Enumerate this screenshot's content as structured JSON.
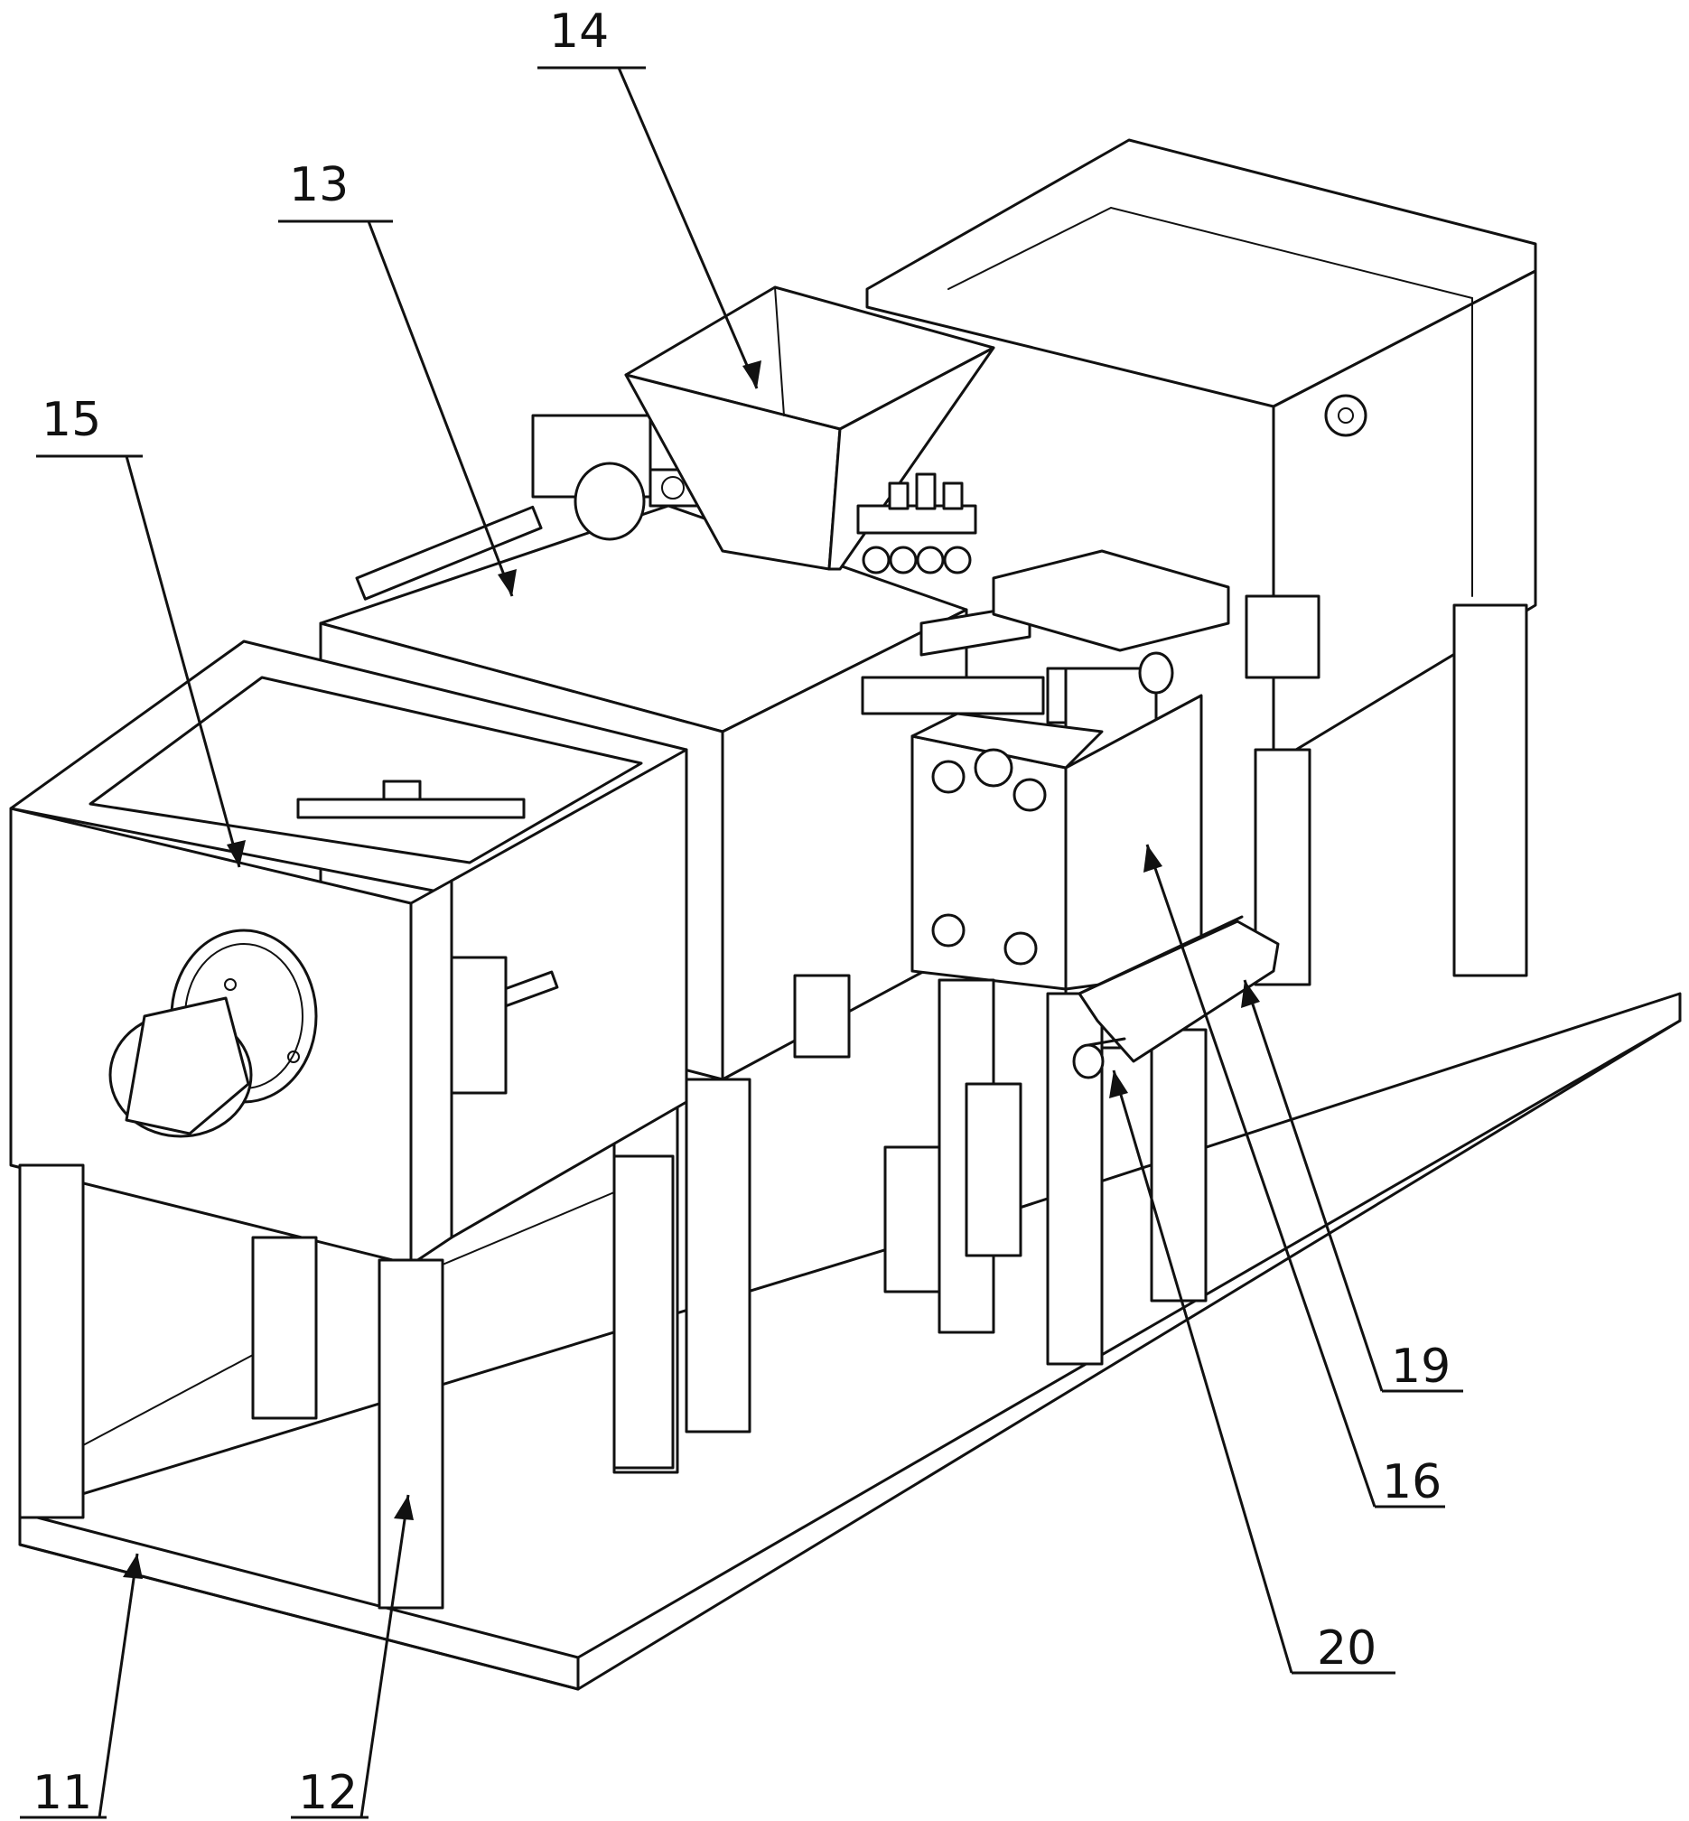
{
  "figure": {
    "labels": {
      "l11": "11",
      "l12": "12",
      "l13": "13",
      "l14": "14",
      "l15": "15",
      "l16": "16",
      "l19": "19",
      "l20": "20"
    }
  }
}
